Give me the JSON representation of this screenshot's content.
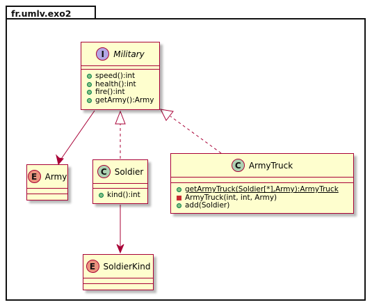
{
  "package": {
    "name": "fr.umlv.exo2"
  },
  "classes": {
    "military": {
      "stereotype_letter": "I",
      "name": "Military",
      "kind": "interface",
      "members": [
        {
          "vis": "public",
          "text": "speed():int"
        },
        {
          "vis": "public",
          "text": "health():int"
        },
        {
          "vis": "public",
          "text": "fire():int"
        },
        {
          "vis": "public",
          "text": "getArmy():Army"
        }
      ]
    },
    "army": {
      "stereotype_letter": "E",
      "name": "Army",
      "kind": "enum"
    },
    "soldier": {
      "stereotype_letter": "C",
      "name": "Soldier",
      "kind": "class",
      "members": [
        {
          "vis": "public",
          "text": "kind():int"
        }
      ]
    },
    "armytruck": {
      "stereotype_letter": "C",
      "name": "ArmyTruck",
      "kind": "class",
      "members": [
        {
          "vis": "public",
          "text": "getArmyTruck(Soldier[*],Army):ArmyTruck",
          "static": true
        },
        {
          "vis": "private",
          "text": "ArmyTruck(int, int, Army)"
        },
        {
          "vis": "public",
          "text": "add(Soldier)"
        }
      ]
    },
    "soldierkind": {
      "stereotype_letter": "E",
      "name": "SoldierKind",
      "kind": "enum"
    }
  },
  "relations": [
    {
      "from": "Military",
      "to": "Army",
      "type": "association"
    },
    {
      "from": "Soldier",
      "to": "Military",
      "type": "realization"
    },
    {
      "from": "ArmyTruck",
      "to": "Military",
      "type": "realization"
    },
    {
      "from": "Soldier",
      "to": "SoldierKind",
      "type": "association"
    }
  ],
  "colors": {
    "node_fill": "#FEFECE",
    "node_border": "#A80036",
    "class_badge": "#ADD1B2",
    "enum_badge": "#EB937F",
    "interface_badge": "#B4A7E5",
    "public_dot": "#84BE84",
    "private_square": "#C82930"
  }
}
